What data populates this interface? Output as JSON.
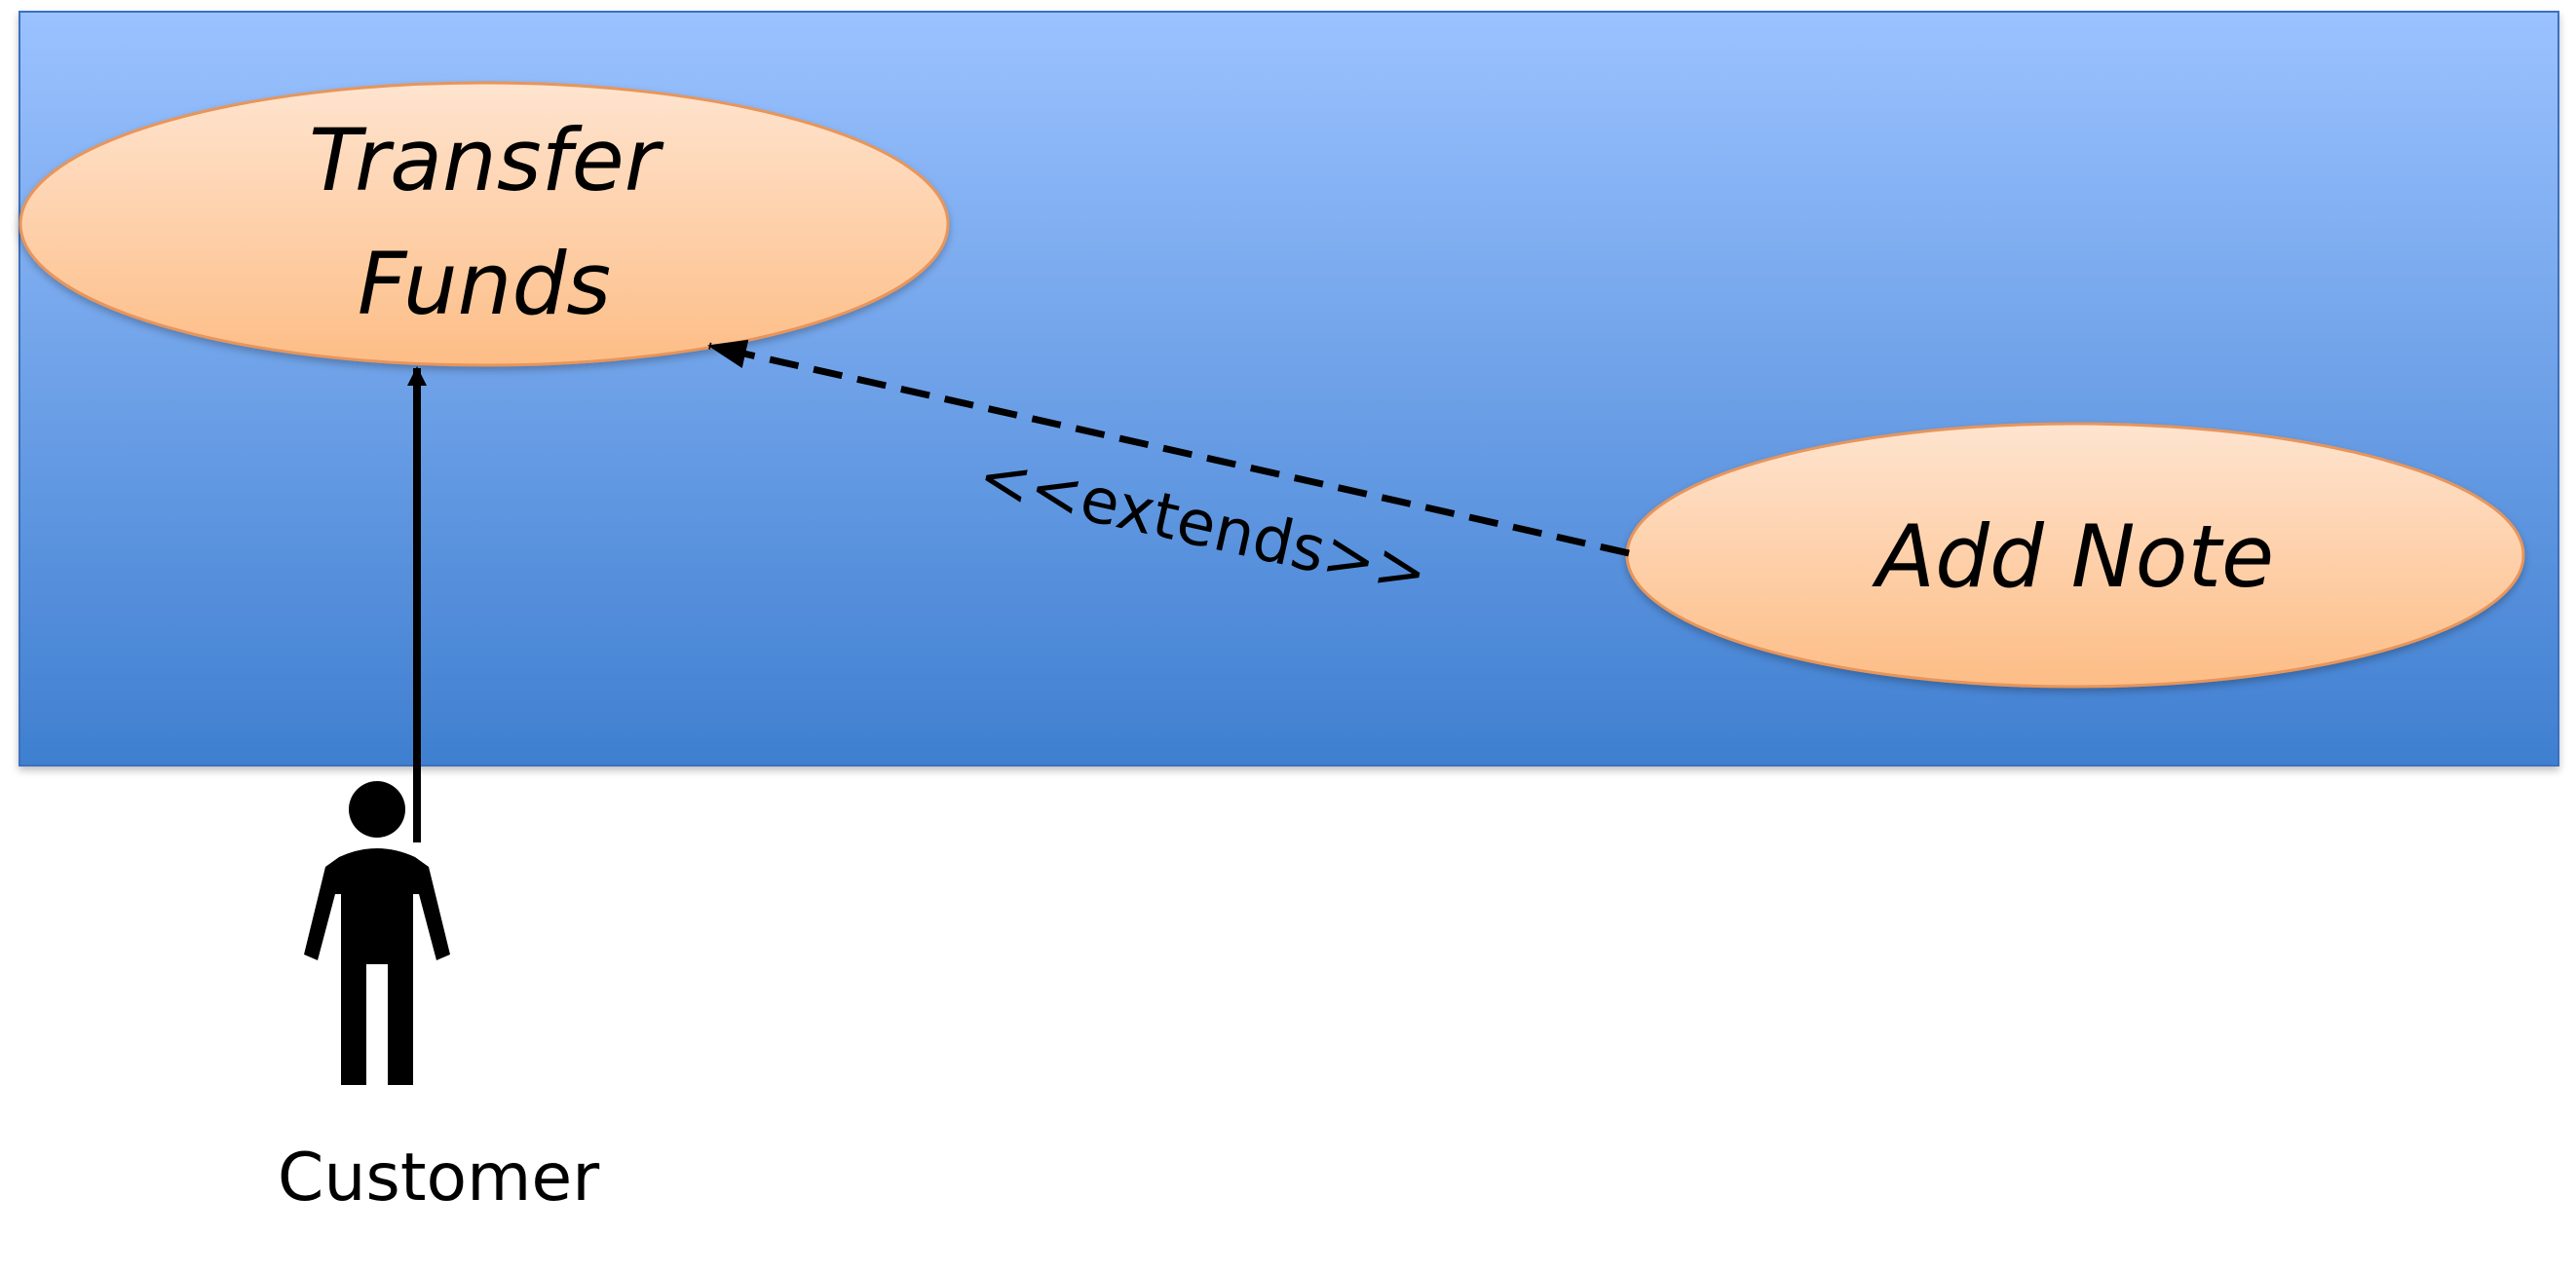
{
  "diagram": {
    "use_cases": {
      "transfer_funds": {
        "line1": "Transfer",
        "line2": "Funds"
      },
      "add_note": {
        "label": "Add Note"
      }
    },
    "relationship": {
      "label": "<<extends>>"
    },
    "actor": {
      "label": "Customer"
    },
    "colors": {
      "boundary_top": "#9bc2ff",
      "boundary_bottom": "#3f7fd0",
      "use_case_fill_top": "#fee4cf",
      "use_case_fill_bottom": "#fdbd86",
      "use_case_stroke": "#e8955a",
      "line": "#000000"
    }
  }
}
